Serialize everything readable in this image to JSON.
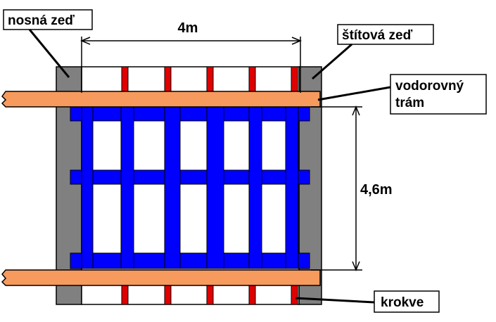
{
  "labels": {
    "load_wall": "nosná zeď",
    "gable_wall": "štítová zeď",
    "beam_line1": "vodorovný",
    "beam_line2": "trám",
    "rafters": "krokve",
    "width": "4m",
    "depth": "4,6m"
  },
  "colors": {
    "wall": "#808080",
    "beam": "#F79A5E",
    "frame": "#0000FF",
    "rafter": "#E00000",
    "outline": "#000000"
  }
}
